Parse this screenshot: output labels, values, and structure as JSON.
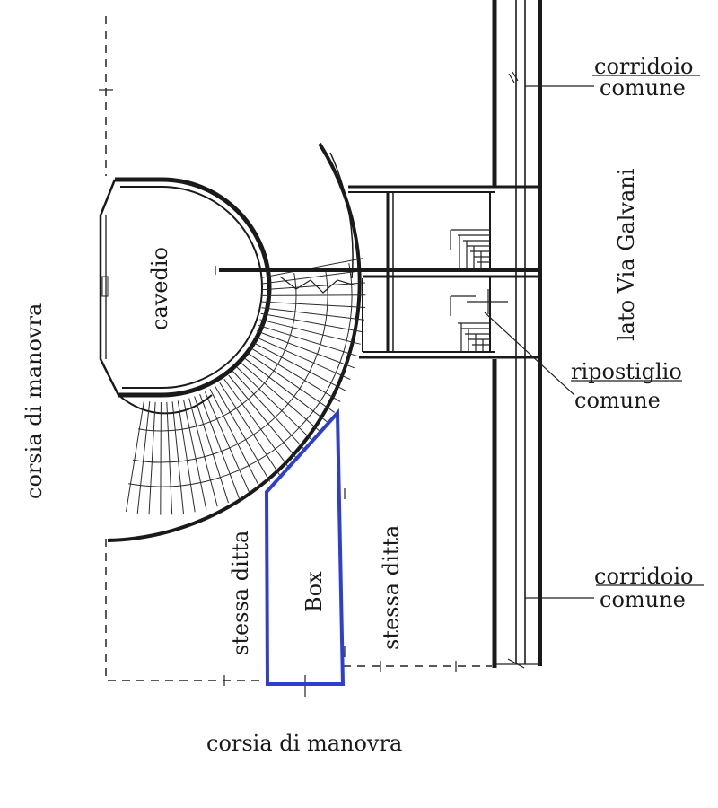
{
  "labels": {
    "corridoio_top": [
      "corridoio",
      "comune"
    ],
    "corridoio_bottom": [
      "corridoio",
      "comune"
    ],
    "ripostiglio": [
      "ripostiglio",
      "comune"
    ],
    "lato_via": "lato Via Galvani",
    "cavedio": "cavedio",
    "corsia_left": "corsia di manovra",
    "corsia_bottom": "corsia di manovra",
    "stessa_ditta_left": "stessa ditta",
    "stessa_ditta_right": "stessa ditta",
    "box": "Box"
  },
  "colors": {
    "ink": "#1a1a1a",
    "box_outline": "#2e3fd0",
    "background": "#ffffff"
  }
}
